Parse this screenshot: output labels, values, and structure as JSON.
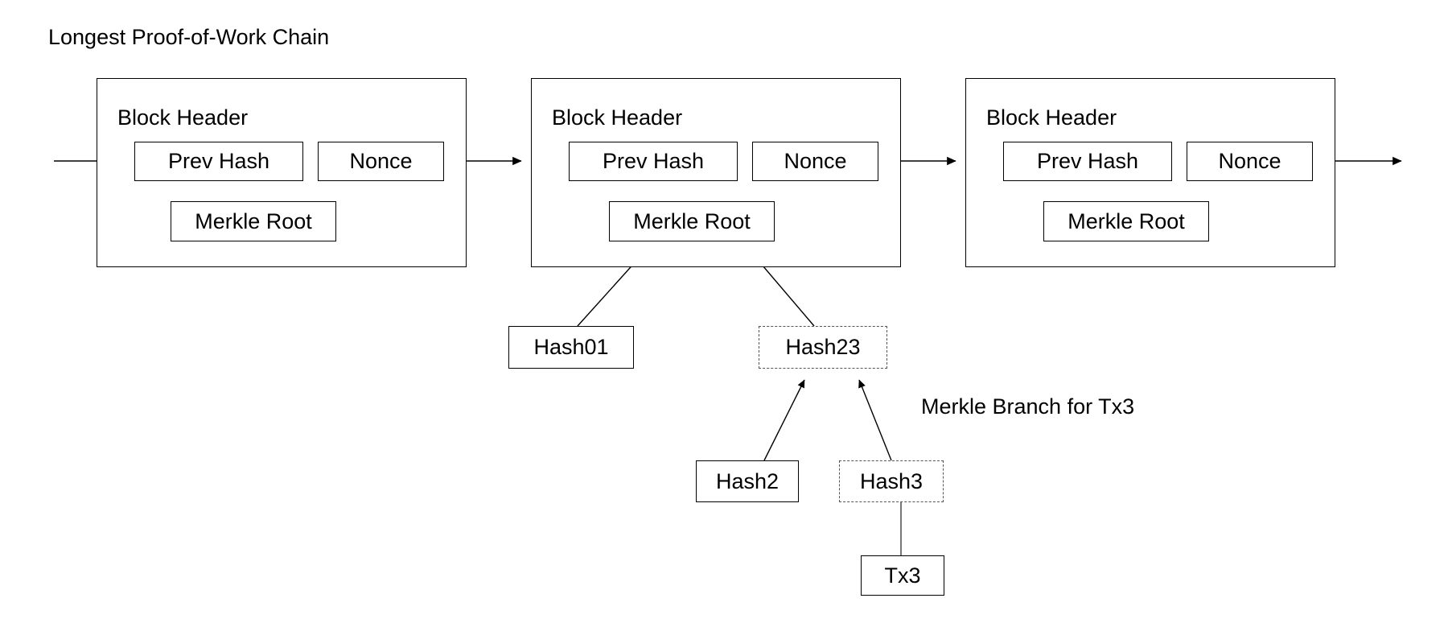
{
  "diagram": {
    "title": "Longest Proof-of-Work Chain",
    "caption": "Merkle Branch for Tx3",
    "colors": {
      "stroke": "#000000",
      "dashed_stroke": "#555555",
      "background": "#ffffff",
      "text": "#000000"
    },
    "blocks": [
      {
        "header_label": "Block Header",
        "prev_hash_label": "Prev Hash",
        "nonce_label": "Nonce",
        "merkle_root_label": "Merkle Root"
      },
      {
        "header_label": "Block Header",
        "prev_hash_label": "Prev Hash",
        "nonce_label": "Nonce",
        "merkle_root_label": "Merkle Root"
      },
      {
        "header_label": "Block Header",
        "prev_hash_label": "Prev Hash",
        "nonce_label": "Nonce",
        "merkle_root_label": "Merkle Root"
      }
    ],
    "merkle_nodes": [
      {
        "label": "Hash01",
        "style": "solid"
      },
      {
        "label": "Hash23",
        "style": "dashed"
      },
      {
        "label": "Hash2",
        "style": "solid"
      },
      {
        "label": "Hash3",
        "style": "dashed"
      },
      {
        "label": "Tx3",
        "style": "solid"
      }
    ],
    "edges": [
      {
        "from": "chain-inflow",
        "to": "block-1-prev-hash"
      },
      {
        "from": "block-1",
        "to": "block-2-prev-hash"
      },
      {
        "from": "block-2",
        "to": "block-3-prev-hash"
      },
      {
        "from": "block-3",
        "to": "chain-outflow"
      },
      {
        "from": "Hash01",
        "to": "block-2-merkle-root"
      },
      {
        "from": "Hash23",
        "to": "block-2-merkle-root"
      },
      {
        "from": "Hash2",
        "to": "Hash23"
      },
      {
        "from": "Hash3",
        "to": "Hash23"
      },
      {
        "from": "Tx3",
        "to": "Hash3"
      }
    ]
  }
}
